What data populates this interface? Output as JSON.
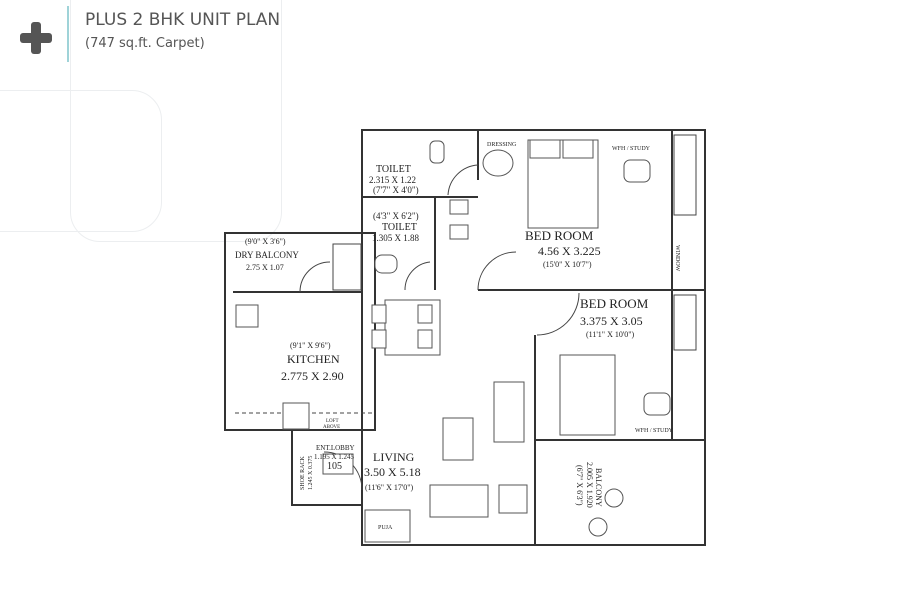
{
  "header": {
    "title": "PLUS 2 BHK UNIT PLAN",
    "subtitle": "(747 sq.ft. Carpet)",
    "icon": "plus-icon"
  },
  "rooms": {
    "toilet1": {
      "name": "TOILET",
      "metric": "2.315 X 1.22",
      "imperial": "(7'7\" X 4'0\")"
    },
    "toilet2": {
      "imperial": "(4'3\" X 6'2\")",
      "name": "TOILET",
      "metric": "1.305 X 1.88"
    },
    "dressing": {
      "name": "DRESSING"
    },
    "bedroom1": {
      "name": "BED ROOM",
      "metric": "4.56 X 3.225",
      "imperial": "(15'0\" X 10'7\")",
      "study": "WFH / STUDY",
      "window": "WINDOW"
    },
    "bedroom2": {
      "name": "BED ROOM",
      "metric": "3.375 X 3.05",
      "imperial": "(11'1\" X 10'0\")",
      "study": "WFH / STUDY"
    },
    "dry_balcony": {
      "imperial": "(9'0\" X 3'6\")",
      "name": "DRY BALCONY",
      "metric": "2.75 X 1.07"
    },
    "kitchen": {
      "imperial": "(9'1\" X 9'6\")",
      "name": "KITCHEN",
      "metric": "2.775 X 2.90",
      "loft": "LOFT",
      "loft2": "ABOVE"
    },
    "ent_lobby": {
      "name": "ENT.LOBBY",
      "metric": "1.195 X 1.245"
    },
    "shoe_rack": {
      "name": "SHOE RACK",
      "metric": "1.245 X 0.375"
    },
    "unit_no": "105",
    "living": {
      "name": "LIVING",
      "metric": "3.50 X 5.18",
      "imperial": "(11'6\" X 17'0\")"
    },
    "puja": {
      "name": "PUJA"
    },
    "balcony": {
      "name": "BALCONY",
      "metric": "2.005 X 1.920",
      "imperial": "(6'7\" X 6'3\")"
    }
  }
}
